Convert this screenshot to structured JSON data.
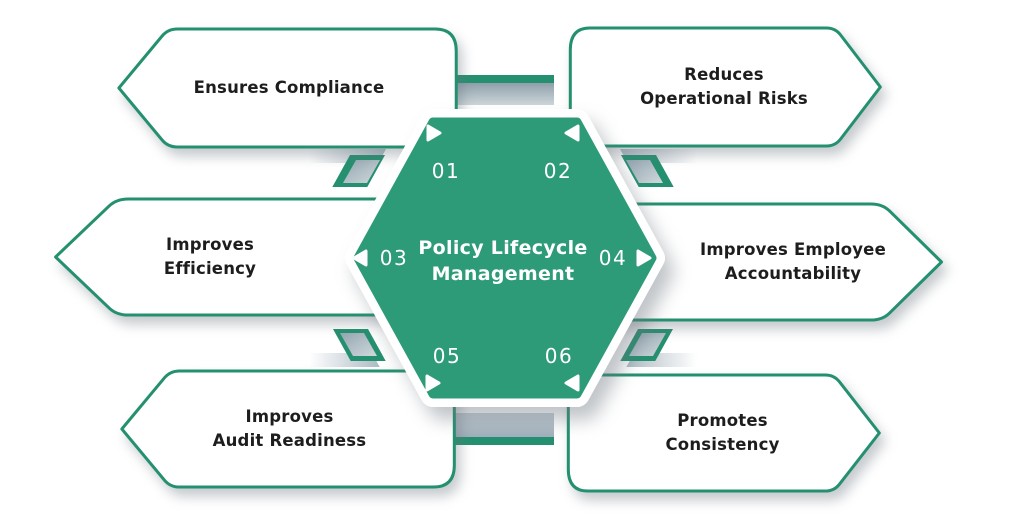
{
  "diagram": {
    "type": "hexagon-benefits-infographic",
    "center": {
      "title": "Policy Lifecycle\nManagement"
    },
    "items": [
      {
        "number": "01",
        "label": "Ensures Compliance",
        "position": "top-left",
        "arrow": "right"
      },
      {
        "number": "02",
        "label": "Reduces\nOperational Risks",
        "position": "top-right",
        "arrow": "left"
      },
      {
        "number": "03",
        "label": "Improves\nEfficiency",
        "position": "middle-left",
        "arrow": "left"
      },
      {
        "number": "04",
        "label": "Improves Employee\nAccountability",
        "position": "middle-right",
        "arrow": "right"
      },
      {
        "number": "05",
        "label": "Improves\nAudit Readiness",
        "position": "bottom-left",
        "arrow": "right"
      },
      {
        "number": "06",
        "label": "Promotes\nConsistency",
        "position": "bottom-right",
        "arrow": "left"
      }
    ],
    "colors": {
      "hexagon_green": "#2E9B78",
      "border_green": "#24906F",
      "connector_gray_dark": "#8FA0AB",
      "connector_gray_light": "#CDD6DA",
      "text_dark": "#1D1D1D",
      "text_on_green": "#FFFFFF",
      "background": "#FFFFFF"
    }
  }
}
